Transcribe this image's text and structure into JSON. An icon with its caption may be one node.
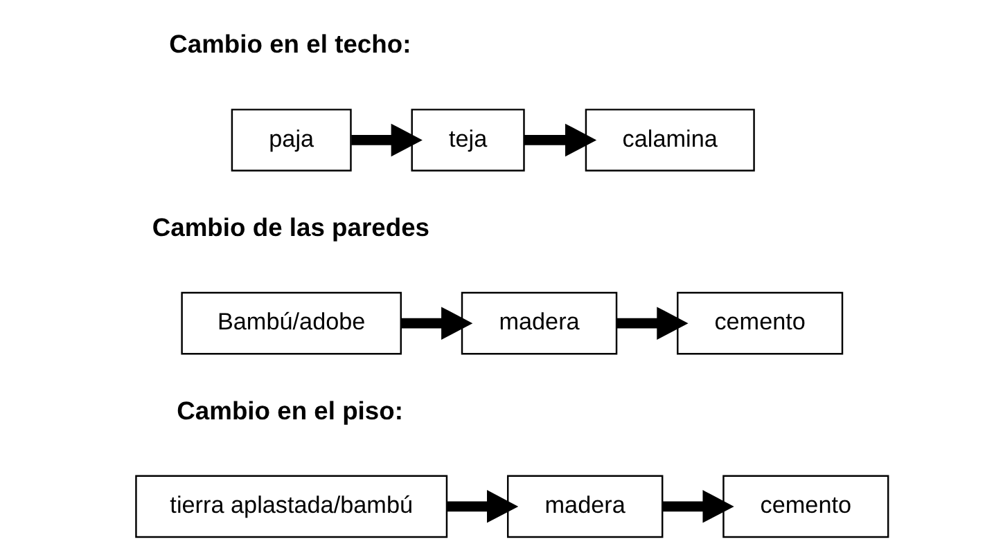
{
  "diagram": {
    "nodes": [
      {
        "text": [
          "paja"
        ]
      },
      {
        "text": [
          "teja"
        ]
      },
      {
        "text": [
          "calamina"
        ]
      },
      {
        "text": [
          "Bambú/adobe"
        ]
      },
      {
        "text": [
          "madera"
        ]
      },
      {
        "text": [
          "cemento"
        ]
      },
      {
        "text": [
          "tierra aplastada/bambú"
        ]
      },
      {
        "text": [
          "madera"
        ]
      },
      {
        "text": [
          "cemento"
        ]
      }
    ],
    "edges": [
      {
        "from": 0,
        "to": 1,
        "arrow": "to"
      },
      {
        "from": 1,
        "to": 2,
        "arrow": "to"
      },
      {
        "from": 3,
        "to": 4,
        "arrow": "to"
      },
      {
        "from": 4,
        "to": 5,
        "arrow": "to"
      },
      {
        "from": 6,
        "to": 7,
        "arrow": "to"
      },
      {
        "from": 7,
        "to": 8,
        "arrow": "to"
      }
    ],
    "labels": [
      "Cambio en el techo:",
      "Cambio de las paredes",
      "Cambio en el piso:"
    ]
  }
}
